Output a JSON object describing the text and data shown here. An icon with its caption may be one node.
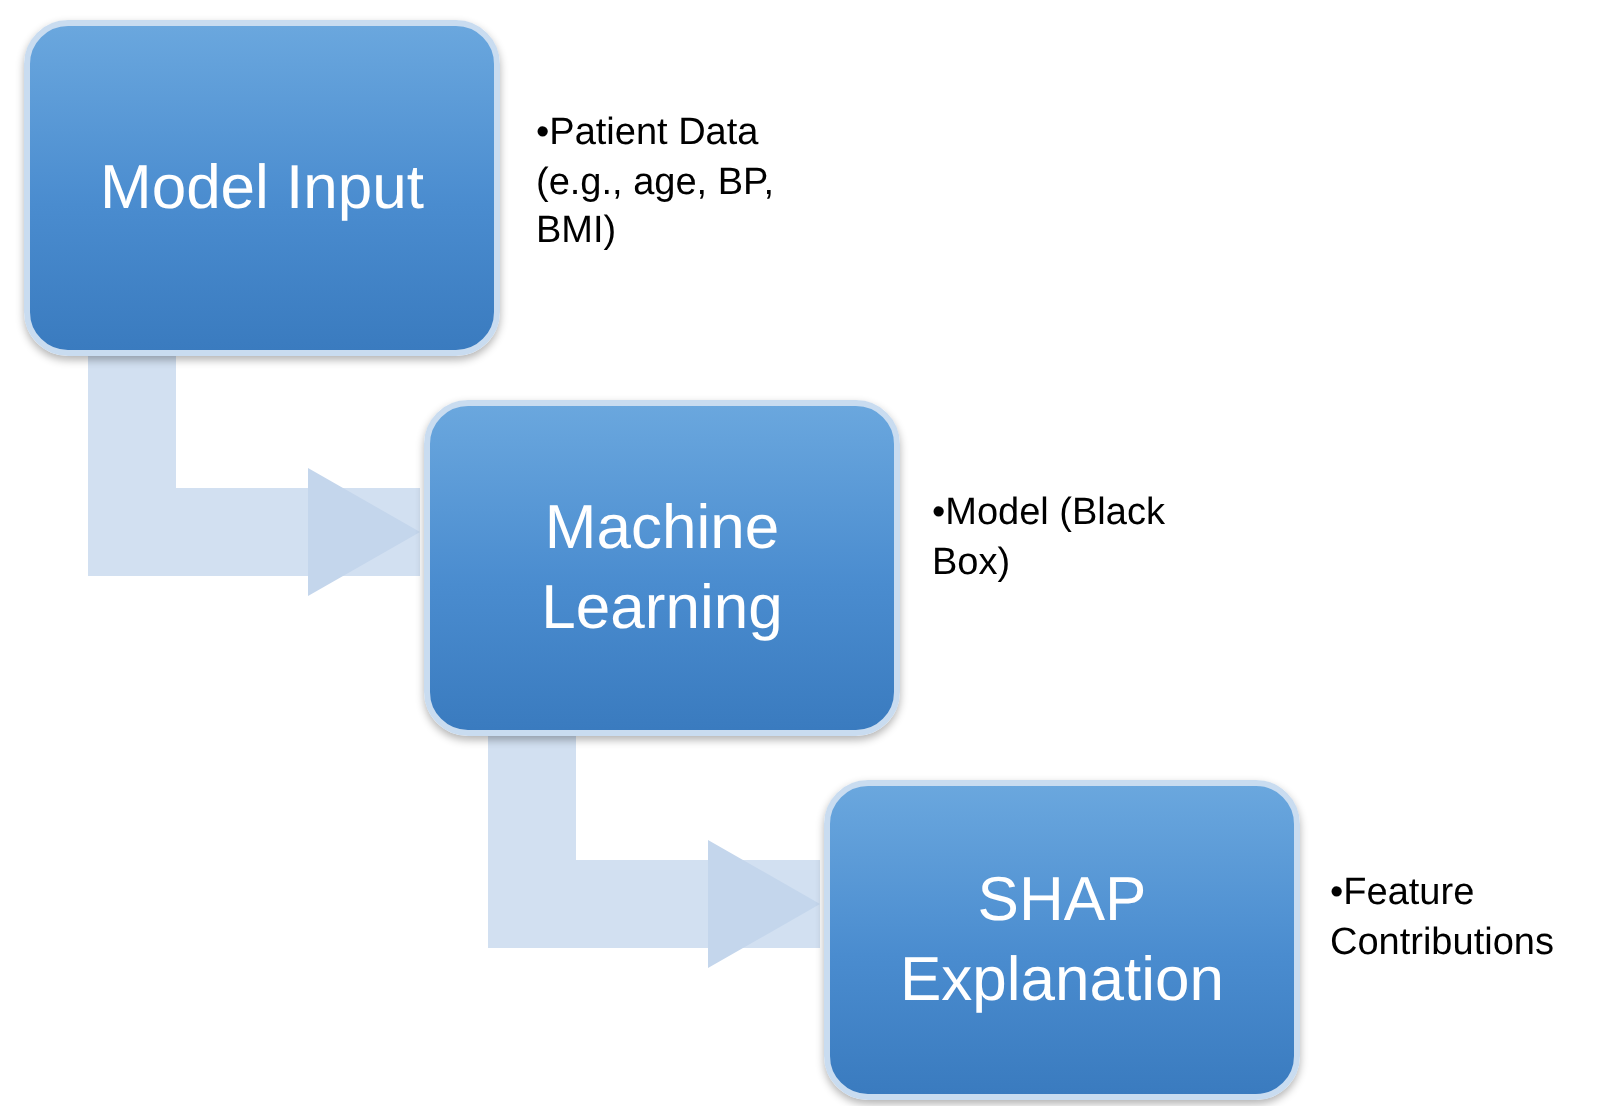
{
  "diagram": {
    "nodes": [
      {
        "text": [
          "Model Input"
        ],
        "beside": [
          "•Patient Data (e.g., age, BP, BMI)"
        ]
      },
      {
        "text": [
          "Machine Learning"
        ],
        "beside": [
          "•Model (Black Box)"
        ]
      },
      {
        "text": [
          "SHAP Explanation"
        ],
        "beside": [
          "•Feature Contributions"
        ]
      }
    ],
    "edges": [
      {
        "from": 0,
        "to": 1,
        "arrow": "to"
      },
      {
        "from": 1,
        "to": 2,
        "arrow": "to"
      }
    ]
  }
}
